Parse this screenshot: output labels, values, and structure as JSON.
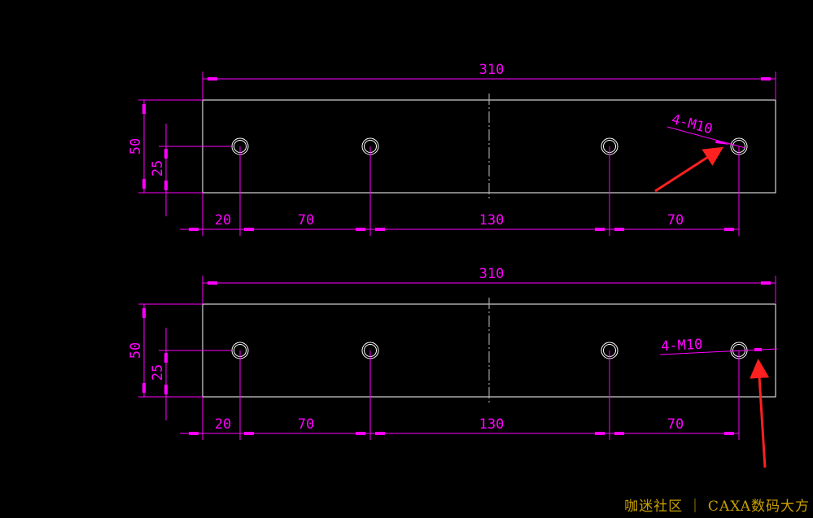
{
  "drawings": [
    {
      "overall_dim": "310",
      "height_dim": "50",
      "hole_offset_dim": "25",
      "spacing_dims": [
        "20",
        "70",
        "130",
        "70"
      ],
      "hole_callout": "4-M10",
      "callout_style": "angled leader"
    },
    {
      "overall_dim": "310",
      "height_dim": "50",
      "hole_offset_dim": "25",
      "spacing_dims": [
        "20",
        "70",
        "130",
        "70"
      ],
      "hole_callout": "4-M10",
      "callout_style": "horizontal leader"
    }
  ],
  "watermark": "咖迷社区 ｜ CAXA数码大方",
  "colors": {
    "background": "#000000",
    "geometry": "#ffffff",
    "dimension": "#ff00ff",
    "annotation_arrow": "#ff2020",
    "watermark": "#c8a000"
  }
}
